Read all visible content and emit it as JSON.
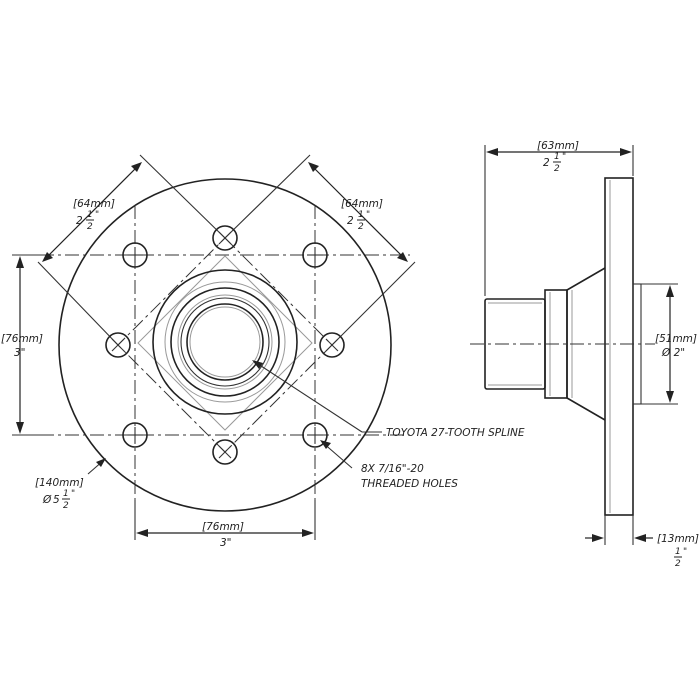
{
  "front_view": {
    "dim_top_left": {
      "metric": "[64mm]",
      "whole": "2",
      "num": "1",
      "den": "2",
      "unit": "\""
    },
    "dim_top_right": {
      "metric": "[64mm]",
      "whole": "2",
      "num": "1",
      "den": "2",
      "unit": "\""
    },
    "dim_left_vertical": {
      "metric": "[76mm]",
      "imperial": "3\""
    },
    "dim_bottom": {
      "metric": "[76mm]",
      "imperial": "3\""
    },
    "dim_bolt_circle": {
      "metric": "[140mm]",
      "prefix": "Ø",
      "whole": "5",
      "num": "1",
      "den": "2",
      "unit": "\""
    },
    "callout_spline": "TOYOTA 27-TOOTH SPLINE",
    "callout_holes_line1": "8X 7/16\"-20",
    "callout_holes_line2": "THREADED HOLES"
  },
  "side_view": {
    "dim_length": {
      "metric": "[63mm]",
      "whole": "2",
      "num": "1",
      "den": "2",
      "unit": "\""
    },
    "dim_diameter": {
      "metric": "[51mm]",
      "imperial": "Ø 2\""
    },
    "dim_flange": {
      "metric": "[13mm]",
      "num": "1",
      "den": "2",
      "unit": "\""
    }
  }
}
